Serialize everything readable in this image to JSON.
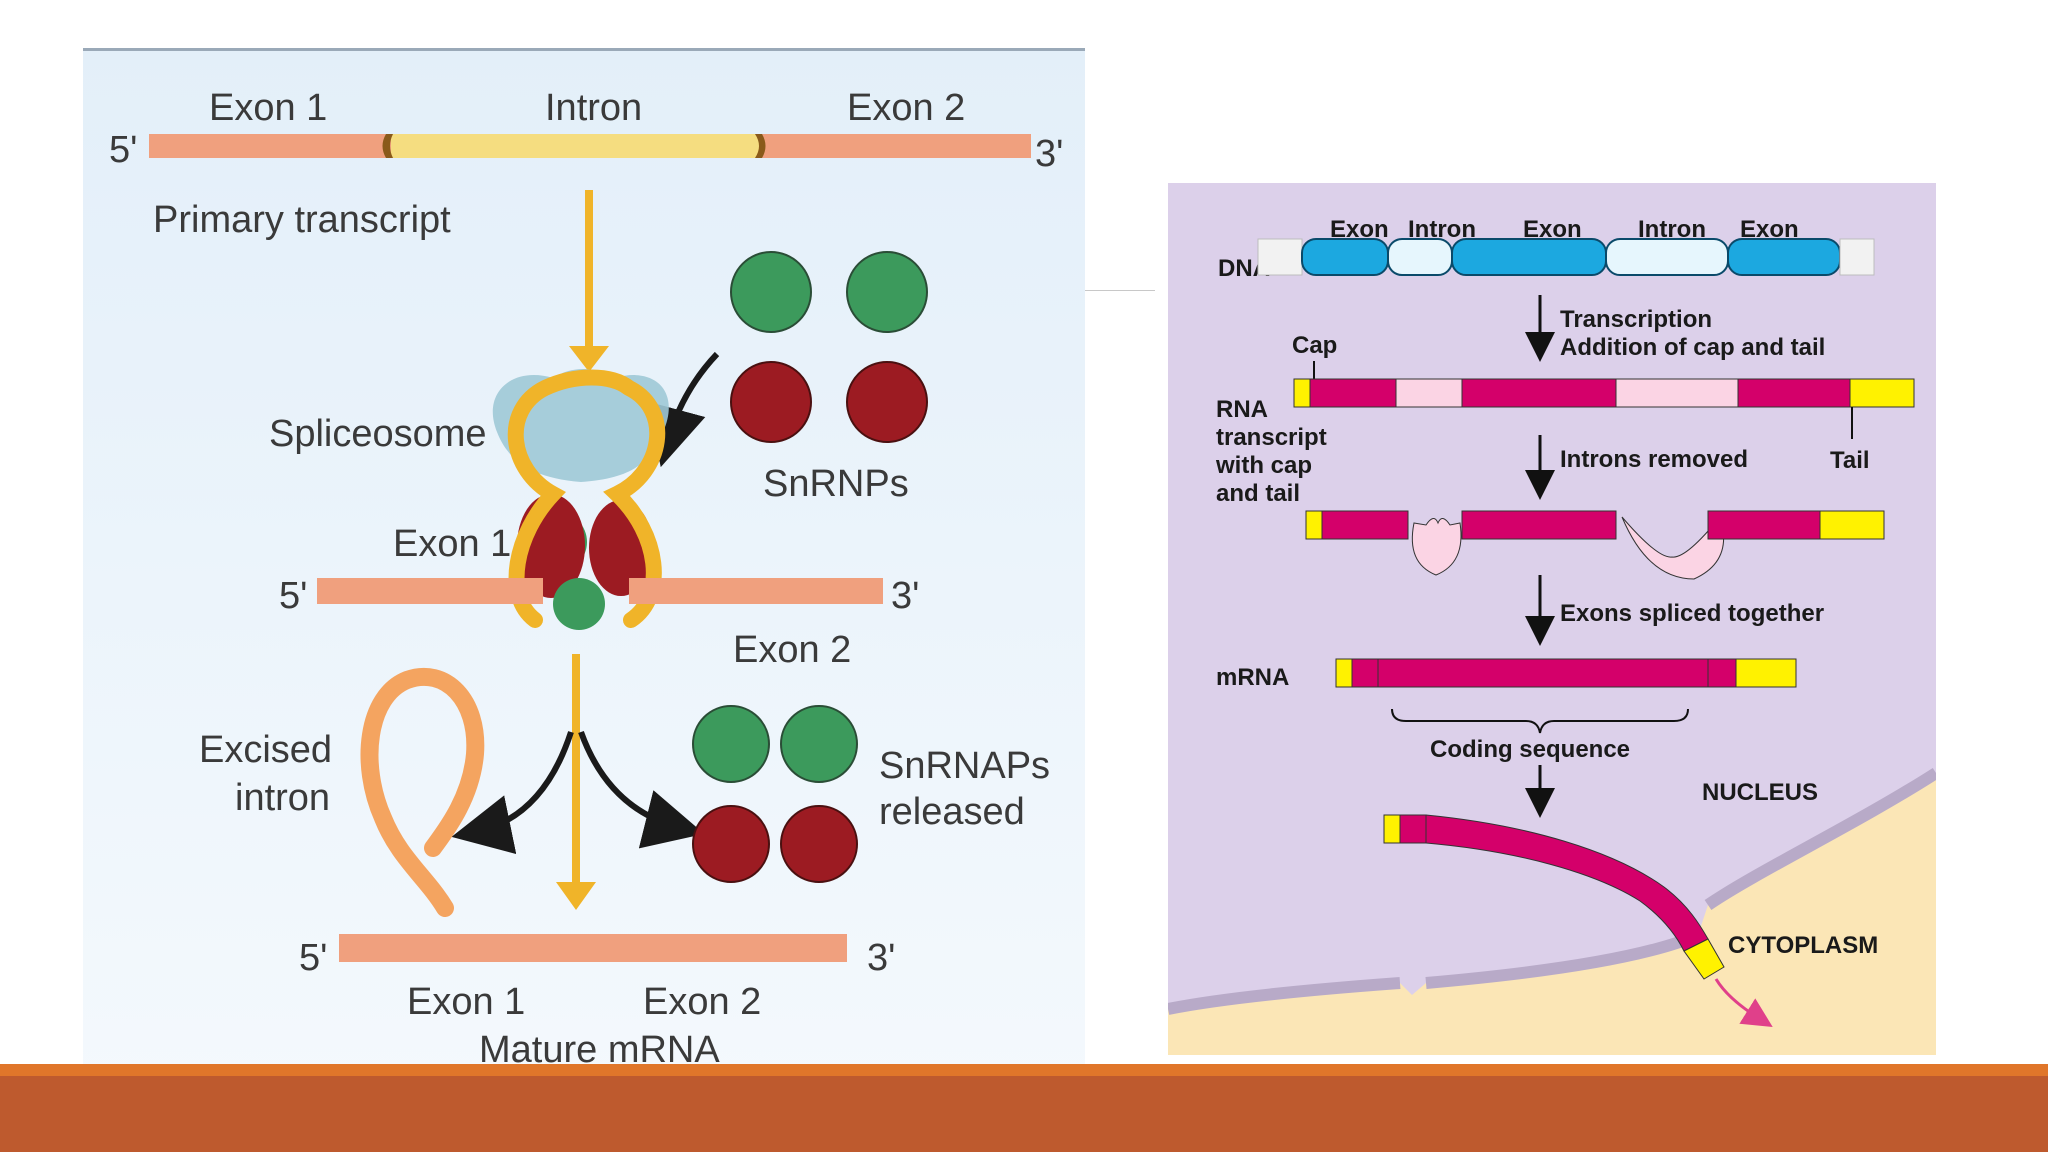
{
  "slide": {
    "left_panel": {
      "top_labels": {
        "exon1": "Exon 1",
        "intron": "Intron",
        "exon2": "Exon 2",
        "five_prime": "5'",
        "three_prime": "3'"
      },
      "primary_transcript": "Primary transcript",
      "spliceosome": "Spliceosome",
      "snrnps": "SnRNPs",
      "middle_labels": {
        "exon1": "Exon 1",
        "exon2": "Exon 2",
        "five_prime": "5'",
        "three_prime": "3'"
      },
      "excised_intron": [
        "Excised",
        "intron"
      ],
      "snrnaps_released": [
        "SnRNAPs",
        "released"
      ],
      "bottom_labels": {
        "five_prime": "5'",
        "three_prime": "3'",
        "exon1": "Exon 1",
        "exon2": "Exon 2"
      },
      "mature_mrna": "Mature mRNA"
    },
    "right_panel": {
      "dna": "DNA",
      "dna_segments": [
        "Exon",
        "Intron",
        "Exon",
        "Intron",
        "Exon"
      ],
      "transcription": [
        "Transcription",
        "Addition of cap and tail"
      ],
      "cap": "Cap",
      "rna_transcript": [
        "RNA",
        "transcript",
        "with cap",
        "and tail"
      ],
      "introns_removed": "Introns removed",
      "tail": "Tail",
      "exons_spliced": "Exons spliced together",
      "mrna": "mRNA",
      "coding_sequence": "Coding sequence",
      "nucleus": "NUCLEUS",
      "cytoplasm": "CYTOPLASM"
    },
    "colors": {
      "exon_salmon": "#f0a07e",
      "intron_yellow": "#f5dd80",
      "arrow_orange": "#f0b429",
      "snrnp_green": "#3c9a5c",
      "snrnp_red": "#9c1b22",
      "dna_exon_blue": "#1ca8e0",
      "rna_magenta": "#d4006a",
      "rna_pink": "#fbd4e4",
      "cap_yellow": "#fff200",
      "nucleus_lavender": "#dcd0ea",
      "cytoplasm_cream": "#fbe6b6",
      "band_orange": "#e0762a",
      "band_rust": "#be5a2e"
    }
  }
}
